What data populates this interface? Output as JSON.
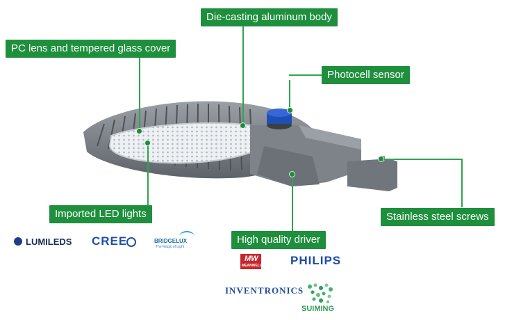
{
  "labels": {
    "die_casting": "Die-casting aluminum body",
    "pc_lens": "PC lens and tempered glass cover",
    "photocell": "Photocell sensor",
    "led_lights": "Imported LED lights",
    "steel_screws": "Stainless steel screws",
    "driver": "High quality  driver"
  },
  "led_brands": {
    "lumileds": "LUMILEDS",
    "cree": "CREE",
    "bridgelux": "BRIDGELUX",
    "bridgelux_tagline": "The Magic of Light"
  },
  "driver_brands": {
    "meanwell_mark": "MW",
    "meanwell": "MEANWELL",
    "philips": "PHILIPS",
    "inventronics": "INVENTRONICS",
    "suiming": "SUIMING"
  },
  "colors": {
    "label_bg": "#1e8f3c",
    "leader": "#2ea54b",
    "lamp_body": "#7b8186",
    "photocell": "#1f4fb5"
  }
}
